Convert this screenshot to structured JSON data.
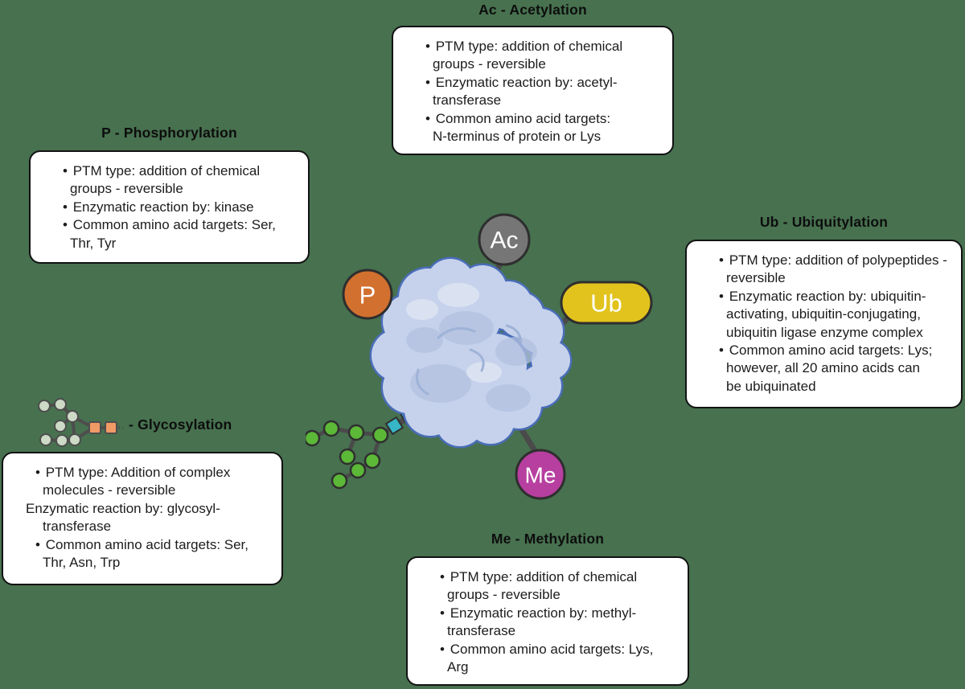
{
  "background_color": "#47714f",
  "diagram_subject": "protein post-translational modifications",
  "colors": {
    "box_fill": "#ffffff",
    "box_border": "#121212",
    "text": "#1c1c1c",
    "protein_fill": "#c6d2ec",
    "protein_outline": "#4a6db8",
    "connector": "#4a4a4a",
    "acetylation_gray": "#767676",
    "phosphorylation_orange": "#d2702f",
    "ubiquitylation_yellow": "#e2c31d",
    "methylation_magenta": "#b73f9f",
    "glycan_green": "#5cb837",
    "glycan_teal": "#37b6c6",
    "glycan_icon_circle": "#ccdac6",
    "glycan_icon_square": "#f09a66"
  },
  "markers": [
    {
      "id": "ac",
      "label": "Ac",
      "shape": "circle",
      "color": "#767676"
    },
    {
      "id": "p",
      "label": "P",
      "shape": "circle",
      "color": "#d2702f"
    },
    {
      "id": "ub",
      "label": "Ub",
      "shape": "pill",
      "color": "#e2c31d"
    },
    {
      "id": "me",
      "label": "Me",
      "shape": "circle",
      "color": "#b73f9f"
    },
    {
      "id": "glycan",
      "label": "",
      "shape": "branched-glycan",
      "color": "#5cb837"
    }
  ],
  "boxes": [
    {
      "id": "acetylation",
      "title": "Ac - Acetylation",
      "items": [
        {
          "bullet": true,
          "lines": [
            "PTM type: addition of chemical",
            "groups - reversible"
          ]
        },
        {
          "bullet": true,
          "lines": [
            "Enzymatic reaction by: acetyl-",
            "transferase"
          ]
        },
        {
          "bullet": true,
          "lines": [
            "Common amino acid targets:",
            "N-terminus of protein or Lys"
          ]
        }
      ]
    },
    {
      "id": "phosphorylation",
      "title": "P - Phosphorylation",
      "items": [
        {
          "bullet": true,
          "lines": [
            "PTM type: addition of chemical",
            "groups - reversible"
          ]
        },
        {
          "bullet": true,
          "lines": [
            "Enzymatic reaction by: kinase"
          ]
        },
        {
          "bullet": true,
          "lines": [
            "Common amino acid targets: Ser,",
            "Thr, Tyr"
          ]
        }
      ]
    },
    {
      "id": "ubiquitylation",
      "title": "Ub - Ubiquitylation",
      "items": [
        {
          "bullet": true,
          "lines": [
            "PTM type: addition of polypeptides -",
            "reversible"
          ]
        },
        {
          "bullet": true,
          "lines": [
            "Enzymatic reaction by: ubiquitin-",
            "activating, ubiquitin-conjugating,",
            "ubiquitin ligase enzyme complex"
          ]
        },
        {
          "bullet": true,
          "lines": [
            "Common amino acid targets: Lys;",
            "however, all 20 amino acids can",
            "be ubiquinated"
          ]
        }
      ]
    },
    {
      "id": "glycosylation",
      "title": "- Glycosylation",
      "items": [
        {
          "bullet": true,
          "lines": [
            "PTM type: Addition of complex",
            "molecules - reversible"
          ]
        },
        {
          "bullet": false,
          "lines": [
            "Enzymatic reaction by: glycosyl-",
            "transferase"
          ]
        },
        {
          "bullet": true,
          "lines": [
            "Common amino acid targets: Ser,",
            "Thr, Asn, Trp"
          ]
        }
      ]
    },
    {
      "id": "methylation",
      "title": "Me - Methylation",
      "items": [
        {
          "bullet": true,
          "lines": [
            "PTM type: addition of chemical",
            "groups - reversible"
          ]
        },
        {
          "bullet": true,
          "lines": [
            "Enzymatic reaction by: methyl-",
            "transferase"
          ]
        },
        {
          "bullet": true,
          "lines": [
            "Common amino acid targets: Lys,",
            "Arg"
          ]
        }
      ]
    }
  ]
}
